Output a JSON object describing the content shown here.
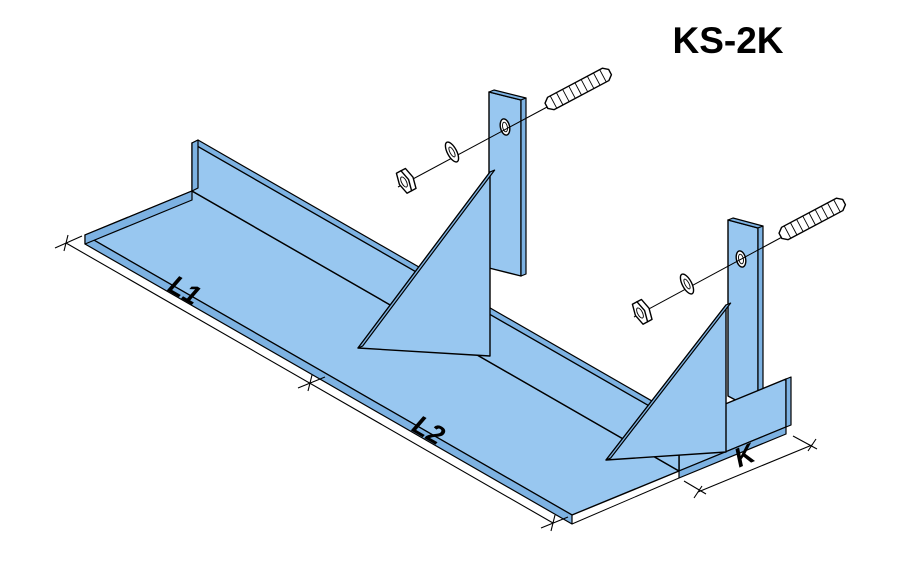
{
  "title": "KS-2K",
  "dims": {
    "l1": "L1",
    "l2": "L2",
    "k": "K"
  },
  "colors": {
    "part_face": "#98C7F0",
    "part_edge": "#7DB2E2",
    "outline": "#000000",
    "hardware": "#FFFFFF",
    "background": "#FFFFFF"
  },
  "components": [
    "angle-rail",
    "corner-leg",
    "mounting-tab-1",
    "mounting-tab-2",
    "gusset-1",
    "gusset-2",
    "hex-bolt-1",
    "hex-bolt-2",
    "washer-1",
    "washer-2",
    "hex-nut-1",
    "hex-nut-2"
  ]
}
